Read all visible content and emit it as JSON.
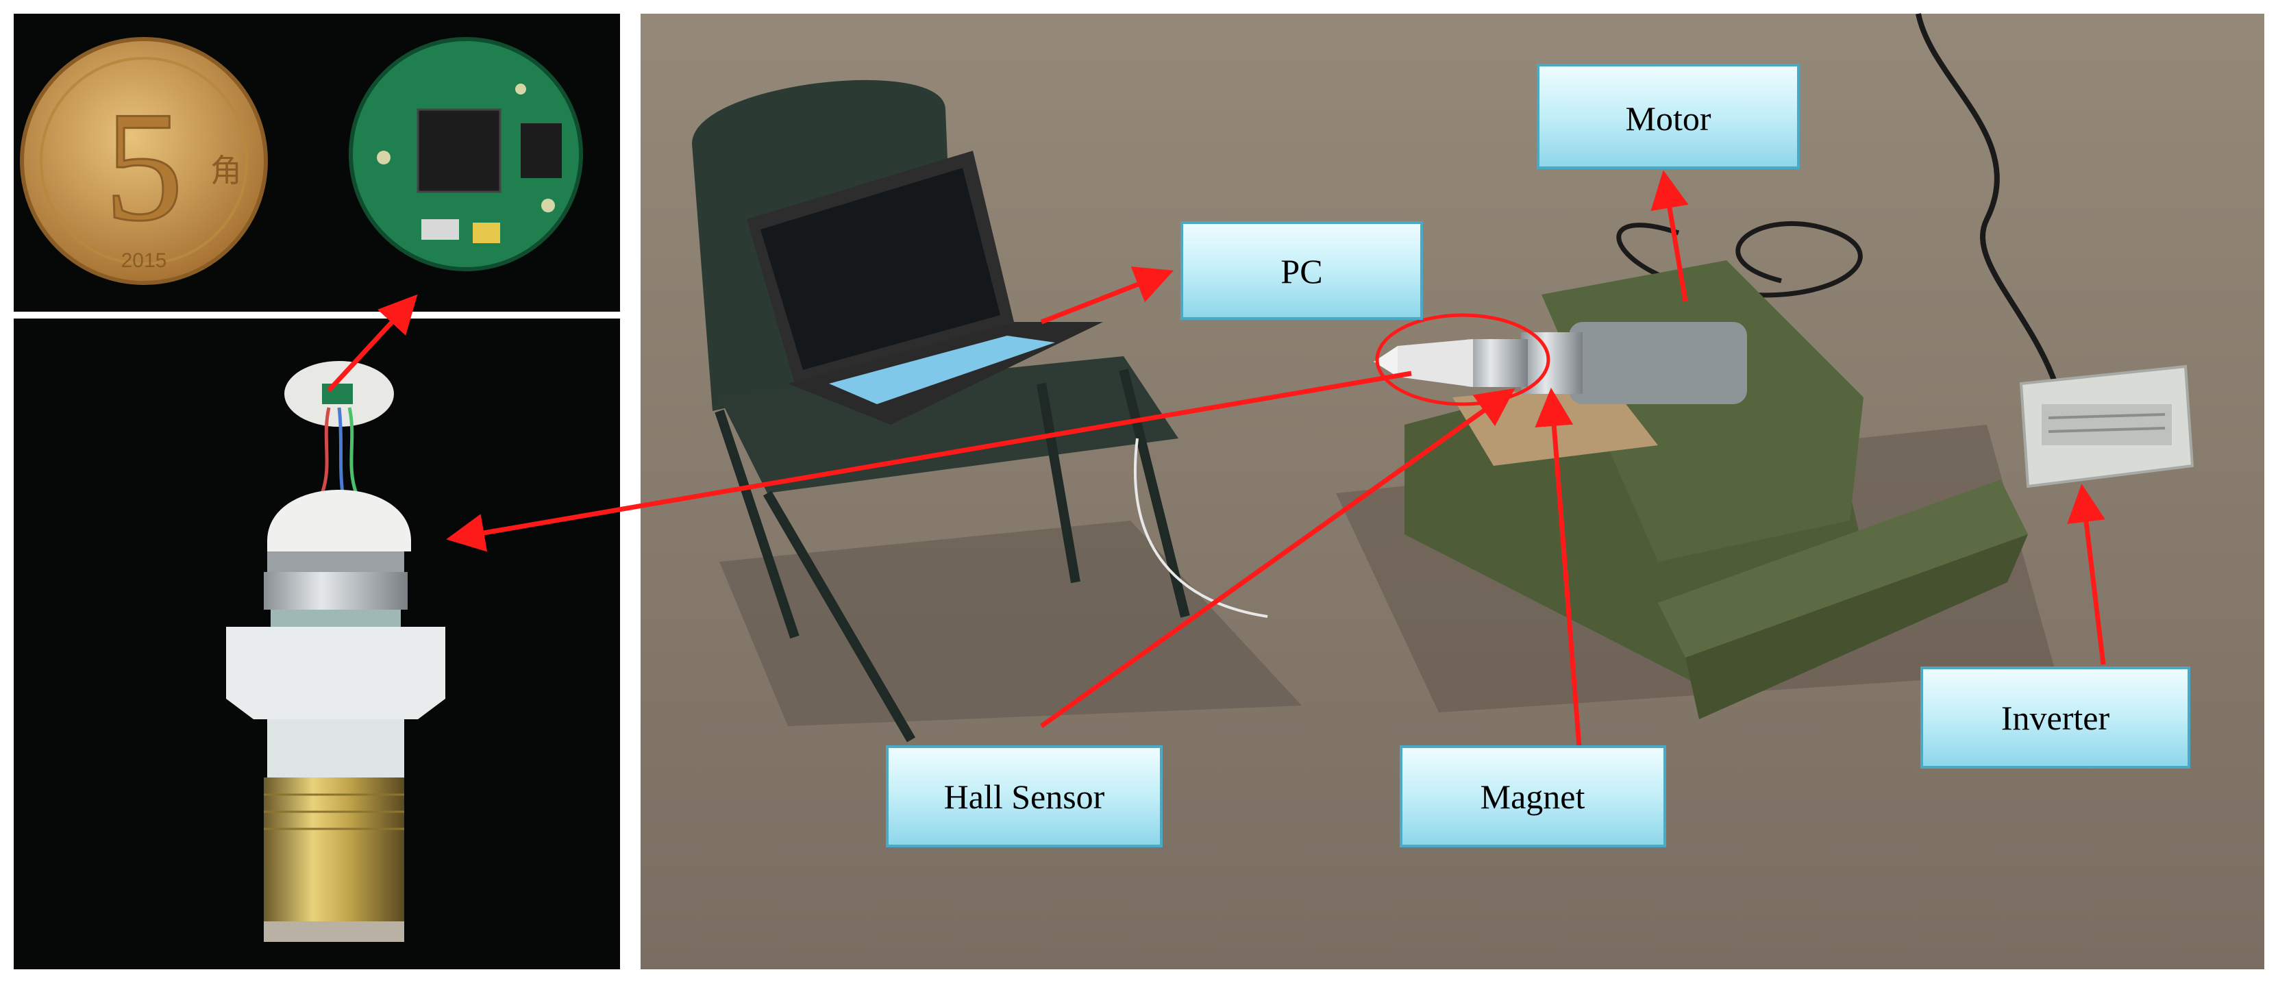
{
  "labels": {
    "motor": "Motor",
    "pc": "PC",
    "hall_sensor": "Hall Sensor",
    "magnet": "Magnet",
    "inverter": "Inverter"
  },
  "colors": {
    "label_fill_top": "#e6fbff",
    "label_fill_bottom": "#9fe2f2",
    "label_border": "#4aa9c4",
    "arrow": "#ff1a1a",
    "ground": "#8a7d70",
    "night_bg": "#050807",
    "pcb": "#1f7f4f",
    "coin": "#c99a50",
    "machine": "#4e5d38"
  },
  "coin": {
    "denomination": "5",
    "unit": "角",
    "year": "2015"
  }
}
